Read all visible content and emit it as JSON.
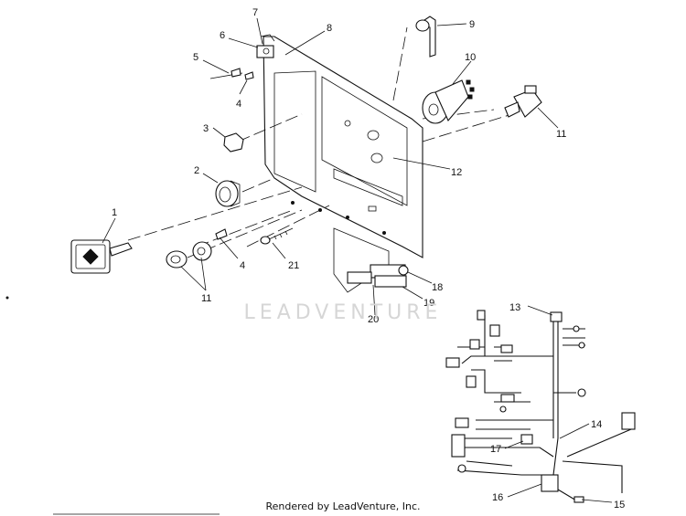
{
  "callouts": {
    "c1": "1",
    "c2": "2",
    "c3": "3",
    "c4a": "4",
    "c4b": "4",
    "c5": "5",
    "c6": "6",
    "c7": "7",
    "c8": "8",
    "c9": "9",
    "c10": "10",
    "c11a": "11",
    "c11b": "11",
    "c12": "12",
    "c13": "13",
    "c14": "14",
    "c15": "15",
    "c16": "16",
    "c17": "17",
    "c18": "18",
    "c19": "19",
    "c20": "20",
    "c21": "21"
  },
  "watermark": "LEADVENTURE",
  "footer": "Rendered by LeadVenture, Inc."
}
